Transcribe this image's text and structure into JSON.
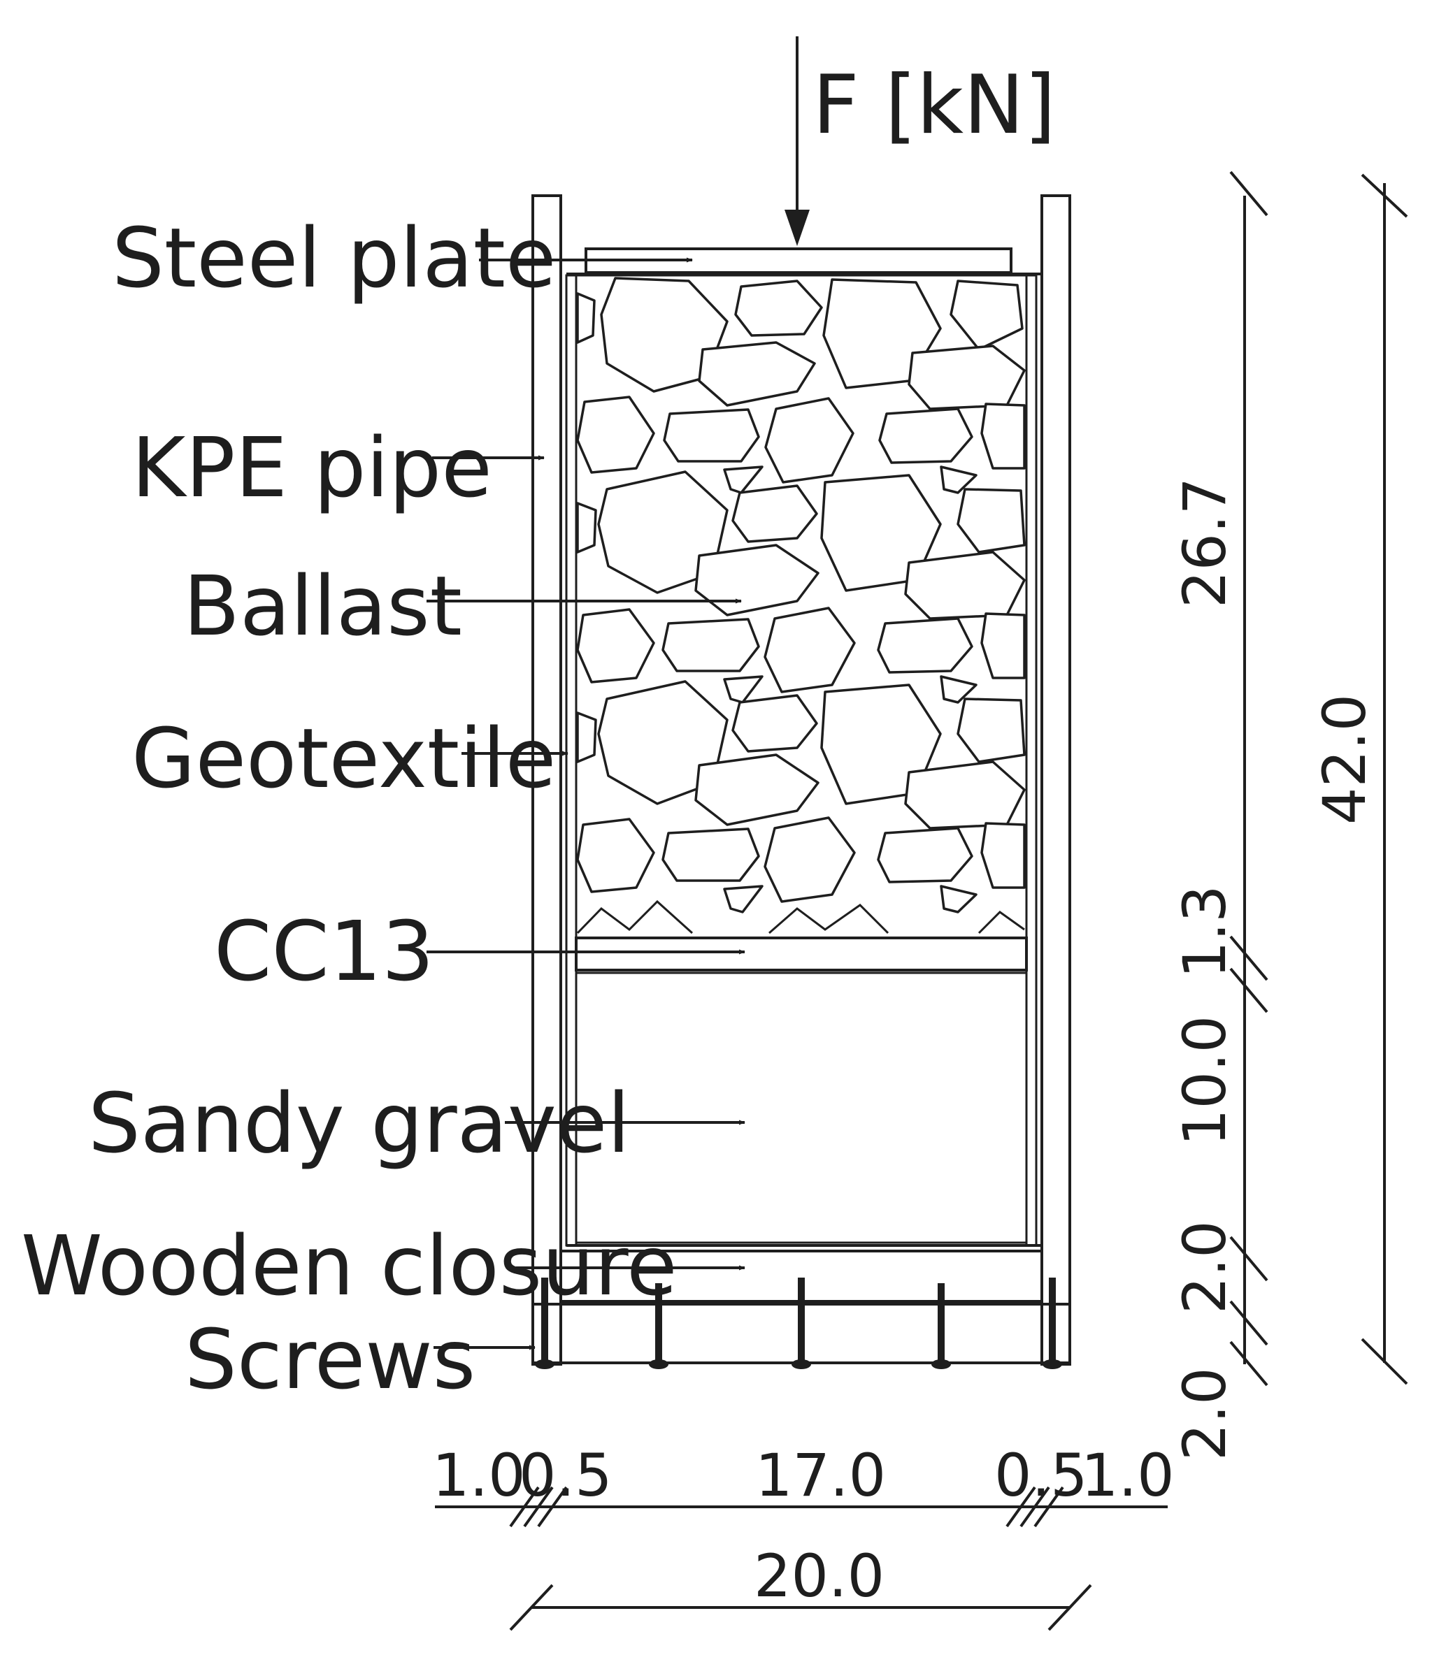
{
  "diagram": {
    "force_label": "F [kN]",
    "layers": [
      {
        "key": "steel_plate",
        "label": "Steel plate"
      },
      {
        "key": "kpe_pipe",
        "label": "KPE pipe"
      },
      {
        "key": "ballast",
        "label": "Ballast"
      },
      {
        "key": "geotextile",
        "label": "Geotextile"
      },
      {
        "key": "cc13",
        "label": "CC13"
      },
      {
        "key": "sandy_gravel",
        "label": "Sandy gravel"
      },
      {
        "key": "wooden_closure",
        "label": "Wooden closure"
      },
      {
        "key": "screws",
        "label": "Screws"
      }
    ],
    "vertical_dimensions": {
      "ballast": "26.7",
      "cc13": "1.3",
      "sandy_gravel": "10.0",
      "wooden_closure": "2.0",
      "base": "2.0",
      "total": "42.0"
    },
    "horizontal_dimensions": {
      "left_wall": "1.0",
      "left_geotextile": "0.5",
      "inner": "17.0",
      "right_geotextile": "0.5",
      "right_wall": "1.0",
      "total": "20.0"
    },
    "colors": {
      "line": "#1e1e1e",
      "cc13_fill": "#c8c8c8",
      "background": "#ffffff"
    }
  }
}
